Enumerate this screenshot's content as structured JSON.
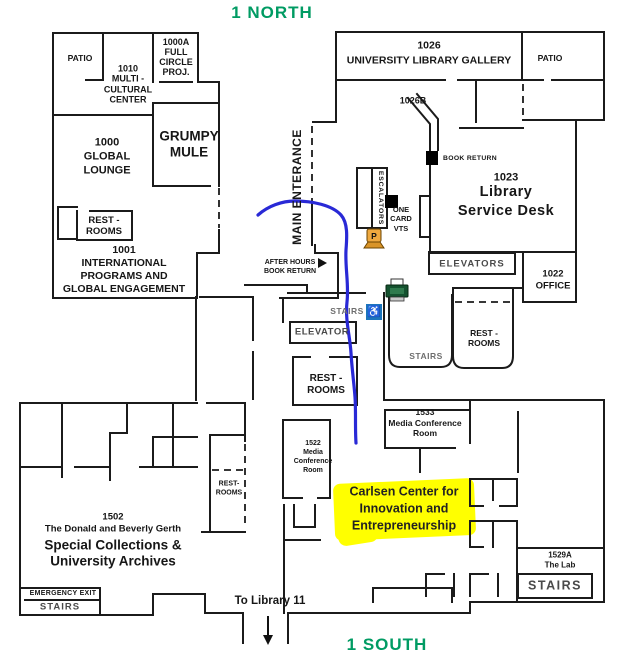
{
  "titles": {
    "north": "1 NORTH",
    "south": "1 SOUTH"
  },
  "colors": {
    "accent_green": "#009B63",
    "highlight_yellow": "#FFFF00",
    "route_blue": "#2929D6",
    "wall": "#1b1b1b",
    "accessible_blue": "#1C75BC",
    "pay_station_orange": "#EFA93F",
    "printer_green": "#14522F"
  },
  "rooms": {
    "patio_nw": "PATIO",
    "full_circle": "1000A\nFULL\nCIRCLE\nPROJ.",
    "multicultural": "1010\nMULTI -\nCULTURAL\nCENTER",
    "global_lounge": "1000\nGLOBAL\nLOUNGE",
    "grumpy_mule": "GRUMPY\nMULE",
    "restrooms_nw": "REST -\nROOMS",
    "international": "1001\nINTERNATIONAL\nPROGRAMS AND\nGLOBAL ENGAGEMENT",
    "main_entrance": "MAIN ENTERANCE",
    "after_hours": "AFTER HOURS\nBOOK RETURN",
    "escalators": "ESCALATORS",
    "one_card": "ONE\nCARD\nVTS",
    "gallery": "1026\nUNIVERSITY LIBRARY GALLERY",
    "patio_ne": "PATIO",
    "room_1026b": "1026B",
    "book_return": "BOOK RETURN",
    "service_desk_num": "1023",
    "service_desk": "Library\nService Desk",
    "elevators_ne": "ELEVATORS",
    "office_1022": "1022\nOFFICE",
    "stairs_ne": "STAIRS",
    "restrooms_ne": "REST -\nROOMS",
    "stairs_mid": "STAIRS",
    "elevator_mid": "ELEVATOR",
    "restrooms_mid": "REST -\nROOMS",
    "room_1533": "1533\nMedia Conference\nRoom",
    "room_1522": "1522\nMedia\nConference\nRoom",
    "carlsen": "Carlsen Center for\nInnovation and\nEntrepreneurship",
    "room_1502_head": "1502\nThe Donald and Beverly Gerth",
    "room_1502_main": "Special Collections &\nUniversity Archives",
    "restrooms_sw": "REST-\nROOMS",
    "emergency_exit": "EMERGENCY EXIT",
    "stairs_sw": "STAIRS",
    "to_library": "To Library 11",
    "lab": "1529A\nThe Lab",
    "stairs_se": "STAIRS"
  },
  "icons": {
    "accessible_symbol": "♿",
    "pay_station_letter": "P"
  }
}
